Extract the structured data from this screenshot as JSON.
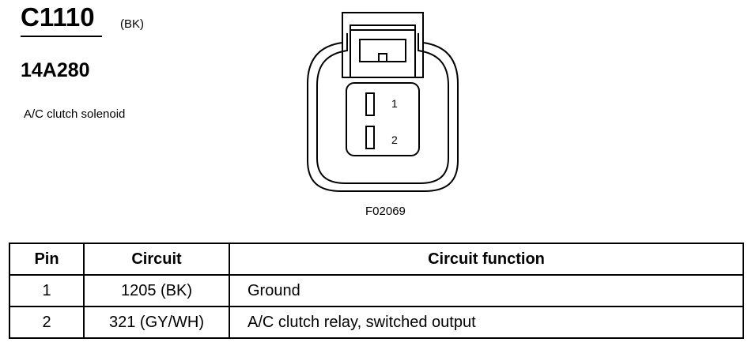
{
  "header": {
    "connector_id": "C1110",
    "connector_color": "(BK)",
    "part_number": "14A280",
    "component_name": "A/C clutch solenoid"
  },
  "figure": {
    "figure_id": "F02069",
    "pins": [
      "1",
      "2"
    ]
  },
  "table": {
    "headers": {
      "pin": "Pin",
      "circuit": "Circuit",
      "function": "Circuit function"
    },
    "rows": [
      {
        "pin": "1",
        "circuit": "1205 (BK)",
        "function": "Ground"
      },
      {
        "pin": "2",
        "circuit": "321 (GY/WH)",
        "function": "A/C clutch relay, switched output"
      }
    ]
  }
}
